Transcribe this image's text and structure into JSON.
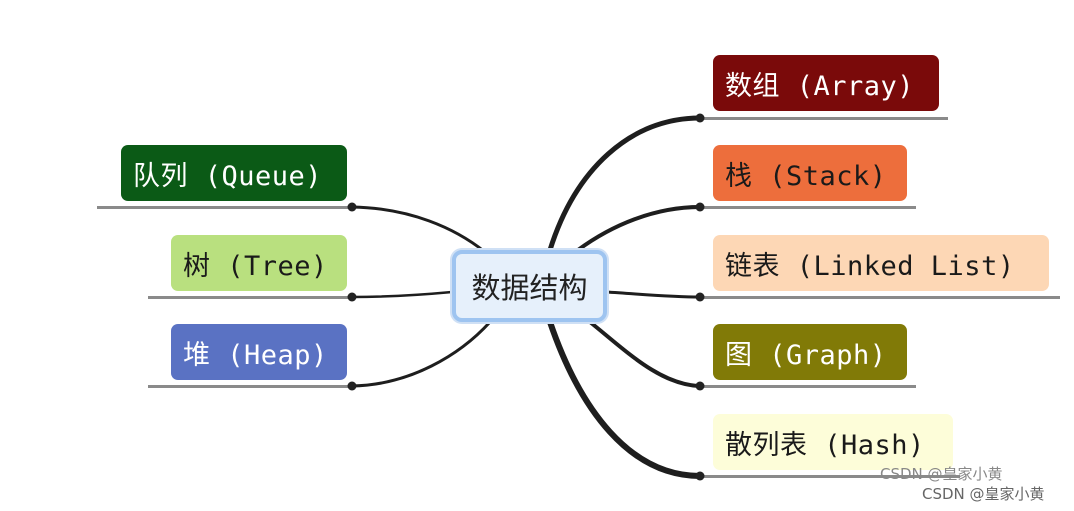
{
  "center": {
    "label": "数据结构"
  },
  "branches_left": [
    {
      "label": "队列 (Queue)",
      "bg": "#0b5a16",
      "fg": "#ffffff"
    },
    {
      "label": "树 (Tree)",
      "bg": "#b9e07f",
      "fg": "#1a1a1a"
    },
    {
      "label": "堆 (Heap)",
      "bg": "#5a72c3",
      "fg": "#ffffff"
    }
  ],
  "branches_right": [
    {
      "label": "数组 (Array)",
      "bg": "#7a0a0a",
      "fg": "#ffffff"
    },
    {
      "label": "栈 (Stack)",
      "bg": "#ed6e3c",
      "fg": "#1a1a1a"
    },
    {
      "label": "链表 (Linked List)",
      "bg": "#fdd7b5",
      "fg": "#1a1a1a"
    },
    {
      "label": "图 (Graph)",
      "bg": "#817a07",
      "fg": "#ffffff"
    },
    {
      "label": "散列表 (Hash)",
      "bg": "#fdfdd9",
      "fg": "#1a1a1a"
    }
  ],
  "watermark": {
    "line1": "CSDN @皇家小黄",
    "line2": "CSDN @皇家小黄"
  }
}
